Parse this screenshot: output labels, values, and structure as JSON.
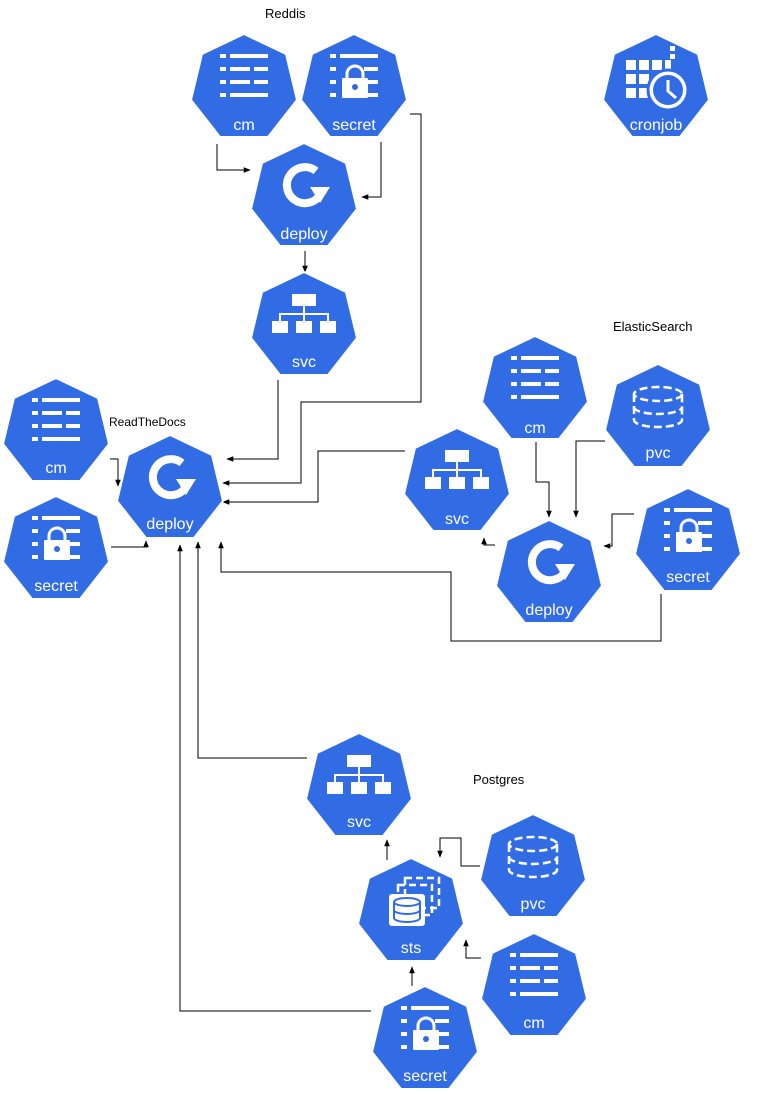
{
  "colors": {
    "node_fill": "#326ce5",
    "node_stroke": "#ffffff",
    "icon": "#ffffff",
    "edge": "#000000"
  },
  "groups": {
    "reddis": "Reddis",
    "elasticsearch": "ElasticSearch",
    "readthedocs": "ReadTheDocs",
    "postgres": "Postgres"
  },
  "nodes": {
    "reddis_cm": "cm",
    "reddis_secret": "secret",
    "reddis_deploy": "deploy",
    "reddis_svc": "svc",
    "cronjob": "cronjob",
    "es_cm": "cm",
    "es_pvc": "pvc",
    "es_svc": "svc",
    "es_deploy": "deploy",
    "es_secret": "secret",
    "rtd_cm": "cm",
    "rtd_secret": "secret",
    "rtd_deploy": "deploy",
    "pg_svc": "svc",
    "pg_pvc": "pvc",
    "pg_sts": "sts",
    "pg_cm": "cm",
    "pg_secret": "secret"
  }
}
